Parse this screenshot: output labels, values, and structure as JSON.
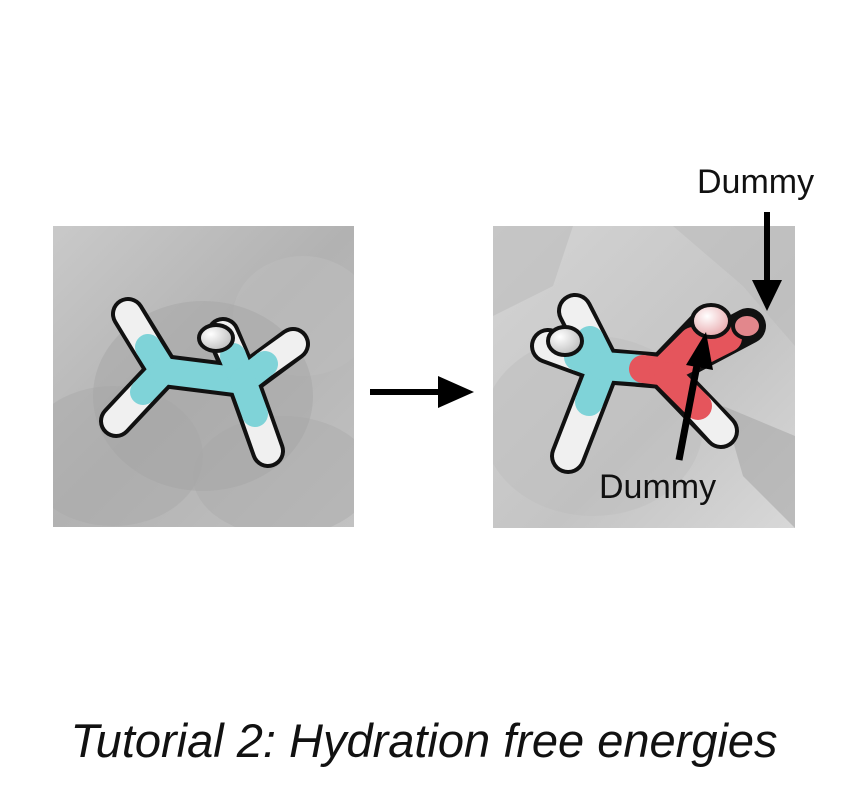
{
  "labels": {
    "dummy_top": "Dummy",
    "dummy_bottom": "Dummy"
  },
  "caption": "Tutorial 2: Hydration free energies",
  "colors": {
    "carbon": "#7fd3d8",
    "hydrogen": "#f4f4f4",
    "dummy": "#e5555c",
    "background": "#b8b8b8",
    "arrow": "#000000"
  },
  "icons": {
    "left_molecule": "ethane-molecule",
    "right_molecule": "ethane-with-dummy-atoms-molecule",
    "transform_arrow": "right-arrow-icon"
  }
}
